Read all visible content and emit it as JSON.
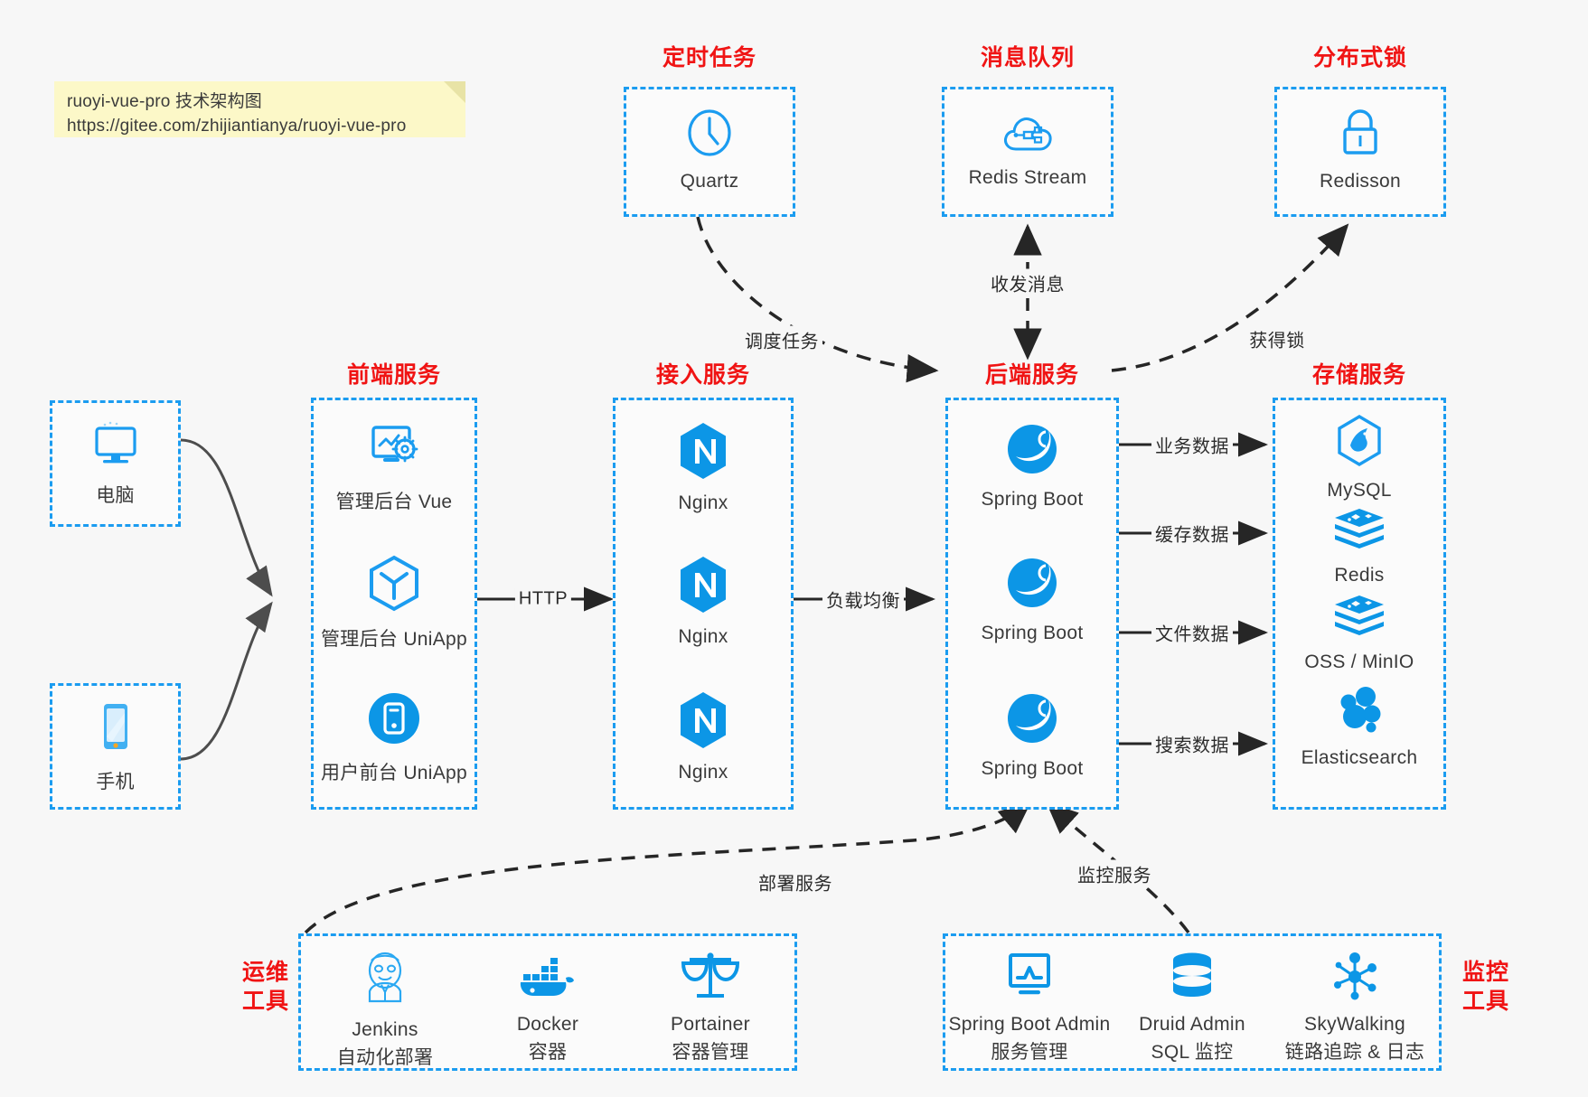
{
  "note": {
    "line1": "ruoyi-vue-pro 技术架构图",
    "line2": "https://gitee.com/zhijiantianya/ruoyi-vue-pro"
  },
  "colors": {
    "accent_blue": "#1b9cf0",
    "title_red": "#f01414",
    "text_dark": "#3a3a3a",
    "background": "#f7f7f7",
    "edge_dark": "#262626",
    "edge_grey": "#4d4d4d"
  },
  "groups": {
    "scheduled_task": {
      "title": "定时任务",
      "nodes": [
        {
          "label": "Quartz",
          "icon": "clock-icon"
        }
      ]
    },
    "message_queue": {
      "title": "消息队列",
      "nodes": [
        {
          "label": "Redis Stream",
          "icon": "cloud-network-icon"
        }
      ]
    },
    "distributed_lock": {
      "title": "分布式锁",
      "nodes": [
        {
          "label": "Redisson",
          "icon": "lock-icon"
        }
      ]
    },
    "clients": {
      "nodes": [
        {
          "label": "电脑",
          "icon": "desktop-icon"
        },
        {
          "label": "手机",
          "icon": "phone-icon"
        }
      ]
    },
    "frontend": {
      "title": "前端服务",
      "nodes": [
        {
          "label": "管理后台 Vue",
          "icon": "dashboard-gear-icon"
        },
        {
          "label": "管理后台 UniApp",
          "icon": "hexagon-cube-icon"
        },
        {
          "label": "用户前台 UniApp",
          "icon": "mobile-circle-icon"
        }
      ]
    },
    "gateway": {
      "title": "接入服务",
      "nodes": [
        {
          "label": "Nginx",
          "icon": "nginx-icon"
        },
        {
          "label": "Nginx",
          "icon": "nginx-icon"
        },
        {
          "label": "Nginx",
          "icon": "nginx-icon"
        }
      ]
    },
    "backend": {
      "title": "后端服务",
      "nodes": [
        {
          "label": "Spring Boot",
          "icon": "spring-boot-icon"
        },
        {
          "label": "Spring Boot",
          "icon": "spring-boot-icon"
        },
        {
          "label": "Spring Boot",
          "icon": "spring-boot-icon"
        }
      ]
    },
    "storage": {
      "title": "存储服务",
      "nodes": [
        {
          "label": "MySQL",
          "icon": "mysql-icon"
        },
        {
          "label": "Redis",
          "icon": "redis-icon"
        },
        {
          "label": "OSS / MinIO",
          "icon": "oss-icon"
        },
        {
          "label": "Elasticsearch",
          "icon": "elasticsearch-icon"
        }
      ]
    },
    "devops": {
      "title": "运维\n工具",
      "title_line1": "运维",
      "title_line2": "工具",
      "nodes": [
        {
          "label": "Jenkins",
          "sublabel": "自动化部署",
          "icon": "jenkins-icon"
        },
        {
          "label": "Docker",
          "sublabel": "容器",
          "icon": "docker-icon"
        },
        {
          "label": "Portainer",
          "sublabel": "容器管理",
          "icon": "scales-icon"
        }
      ]
    },
    "monitor": {
      "title_line1": "监控",
      "title_line2": "工具",
      "nodes": [
        {
          "label": "Spring Boot Admin",
          "sublabel": "服务管理",
          "icon": "monitor-chart-icon"
        },
        {
          "label": "Druid Admin",
          "sublabel": "SQL 监控",
          "icon": "database-icon"
        },
        {
          "label": "SkyWalking",
          "sublabel": "链路追踪 & 日志",
          "icon": "skywalking-icon"
        }
      ]
    }
  },
  "edges": [
    {
      "id": "http",
      "label": "HTTP"
    },
    {
      "id": "load-balance",
      "label": "负载均衡"
    },
    {
      "id": "schedule-task",
      "label": "调度任务"
    },
    {
      "id": "send-receive-message",
      "label": "收发消息"
    },
    {
      "id": "acquire-lock",
      "label": "获得锁"
    },
    {
      "id": "business-data",
      "label": "业务数据"
    },
    {
      "id": "cache-data",
      "label": "缓存数据"
    },
    {
      "id": "file-data",
      "label": "文件数据"
    },
    {
      "id": "search-data",
      "label": "搜索数据"
    },
    {
      "id": "deploy-service",
      "label": "部署服务"
    },
    {
      "id": "monitor-service",
      "label": "监控服务"
    }
  ]
}
